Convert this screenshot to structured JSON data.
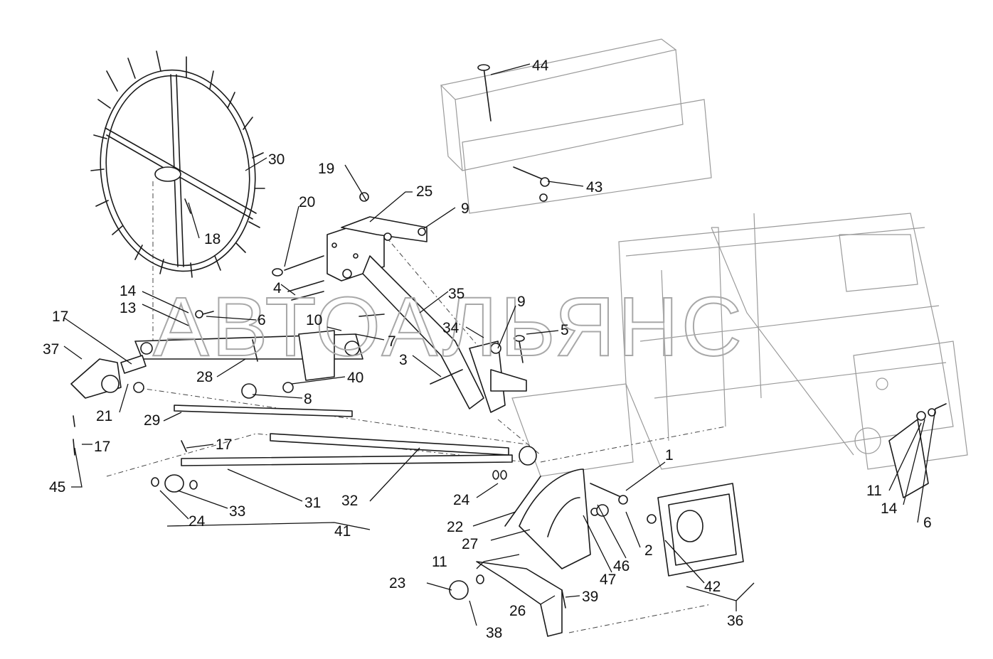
{
  "watermark": "АВТОАЛЬЯНС",
  "callouts": [
    {
      "id": "c44",
      "text": "44"
    },
    {
      "id": "c43",
      "text": "43"
    },
    {
      "id": "c30",
      "text": "30"
    },
    {
      "id": "c19",
      "text": "19"
    },
    {
      "id": "c25",
      "text": "25"
    },
    {
      "id": "c9a",
      "text": "9"
    },
    {
      "id": "c20",
      "text": "20"
    },
    {
      "id": "c18",
      "text": "18"
    },
    {
      "id": "c14a",
      "text": "14"
    },
    {
      "id": "c13",
      "text": "13"
    },
    {
      "id": "c4",
      "text": "4"
    },
    {
      "id": "c35",
      "text": "35"
    },
    {
      "id": "c9b",
      "text": "9"
    },
    {
      "id": "c6a",
      "text": "6"
    },
    {
      "id": "c10",
      "text": "10"
    },
    {
      "id": "c17a",
      "text": "17"
    },
    {
      "id": "c37",
      "text": "37"
    },
    {
      "id": "c7",
      "text": "7"
    },
    {
      "id": "c34",
      "text": "34"
    },
    {
      "id": "c5",
      "text": "5"
    },
    {
      "id": "c28",
      "text": "28"
    },
    {
      "id": "c3",
      "text": "3"
    },
    {
      "id": "c40",
      "text": "40"
    },
    {
      "id": "c21",
      "text": "21"
    },
    {
      "id": "c8",
      "text": "8"
    },
    {
      "id": "c29",
      "text": "29"
    },
    {
      "id": "c17b",
      "text": "17"
    },
    {
      "id": "c17c",
      "text": "17"
    },
    {
      "id": "c1",
      "text": "1"
    },
    {
      "id": "c45",
      "text": "45"
    },
    {
      "id": "c33",
      "text": "33"
    },
    {
      "id": "c31",
      "text": "31"
    },
    {
      "id": "c32",
      "text": "32"
    },
    {
      "id": "c24a",
      "text": "24"
    },
    {
      "id": "c24b",
      "text": "24"
    },
    {
      "id": "c41",
      "text": "41"
    },
    {
      "id": "c22",
      "text": "22"
    },
    {
      "id": "c27",
      "text": "27"
    },
    {
      "id": "c2",
      "text": "2"
    },
    {
      "id": "c46",
      "text": "46"
    },
    {
      "id": "c47",
      "text": "47"
    },
    {
      "id": "c11a",
      "text": "11"
    },
    {
      "id": "c42",
      "text": "42"
    },
    {
      "id": "c23",
      "text": "23"
    },
    {
      "id": "c39",
      "text": "39"
    },
    {
      "id": "c26",
      "text": "26"
    },
    {
      "id": "c38",
      "text": "38"
    },
    {
      "id": "c36",
      "text": "36"
    },
    {
      "id": "c11b",
      "text": "11"
    },
    {
      "id": "c14b",
      "text": "14"
    },
    {
      "id": "c6b",
      "text": "6"
    }
  ]
}
